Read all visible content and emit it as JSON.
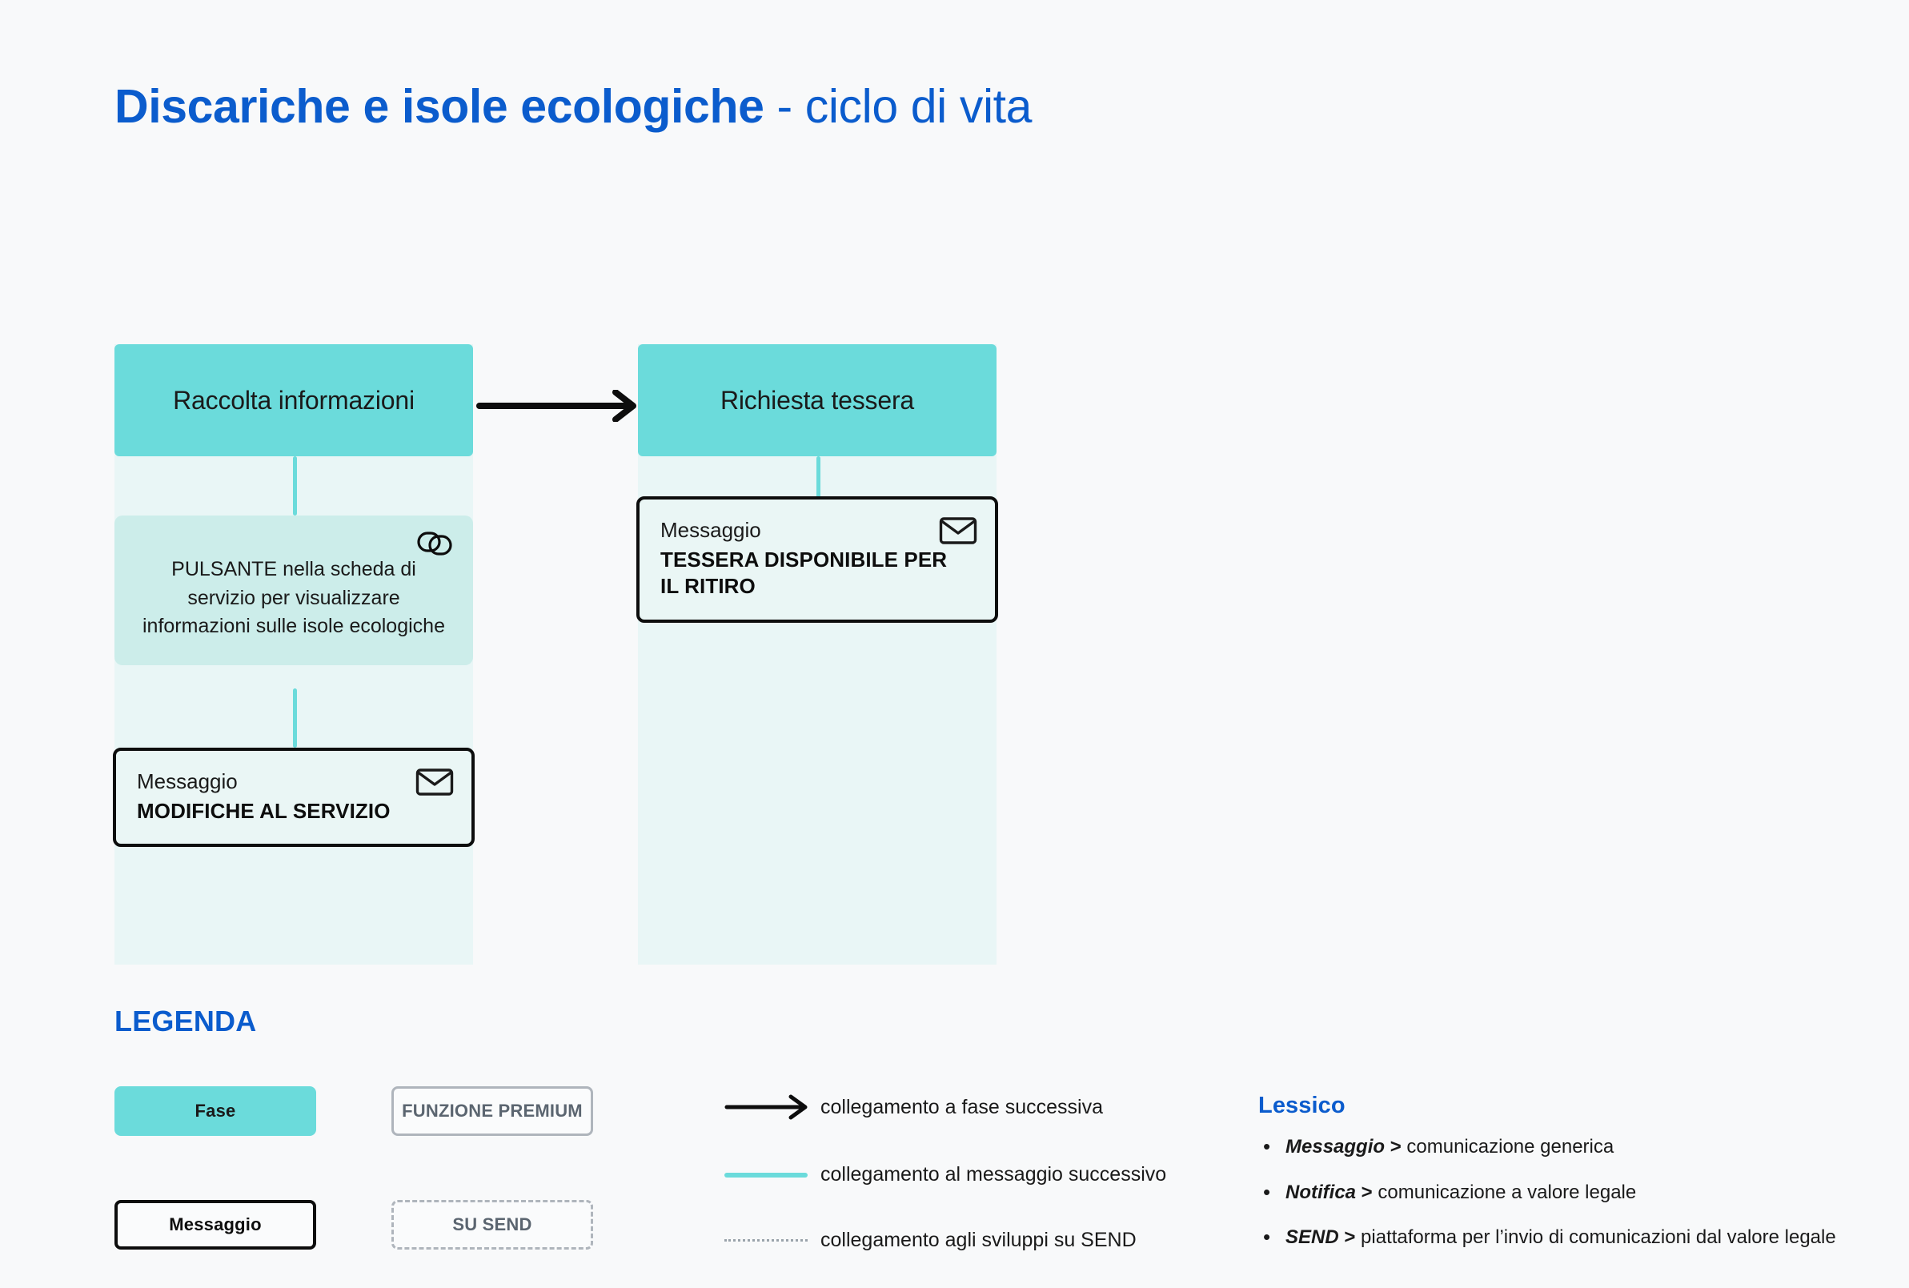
{
  "title": {
    "strong": "Discariche e isole ecologiche",
    "light": " - ciclo di vita"
  },
  "diagram": {
    "columns": [
      {
        "phase": "Raccolta informazioni",
        "feature": {
          "text": "PULSANTE nella scheda di servizio per visualizzare informazioni sulle isole ecologiche",
          "icon": "premium-links-icon"
        },
        "message": {
          "kind": "Messaggio",
          "title": "MODIFICHE AL SERVIZIO",
          "icon": "envelope-icon"
        }
      },
      {
        "phase": "Richiesta tessera",
        "message": {
          "kind": "Messaggio",
          "title": "TESSERA DISPONIBILE PER IL RITIRO",
          "icon": "envelope-icon"
        }
      }
    ],
    "arrow_icon": "arrow-right-icon"
  },
  "legend": {
    "heading": "LEGENDA",
    "swatches": [
      {
        "label": "Fase",
        "style": "filled-teal"
      },
      {
        "label": "FUNZIONE PREMIUM",
        "style": "outline-gray"
      },
      {
        "label": "Messaggio",
        "style": "outline-black"
      },
      {
        "label": "SU SEND",
        "style": "dashed-gray"
      }
    ],
    "lines": [
      {
        "label": "collegamento a fase successiva",
        "art": "black-arrow"
      },
      {
        "label": "collegamento al messaggio successivo",
        "art": "teal-rule"
      },
      {
        "label": "collegamento agli sviluppi su SEND",
        "art": "dotted-rule"
      }
    ]
  },
  "lessico": {
    "heading": "Lessico",
    "items": [
      {
        "term": "Messaggio",
        "sep": " > ",
        "definition": "comunicazione generica"
      },
      {
        "term": "Notifica",
        "sep": " > ",
        "definition": "comunicazione a valore legale"
      },
      {
        "term": "SEND",
        "sep": " > ",
        "definition": "piattaforma per  l’invio di comunicazioni dal valore legale"
      }
    ]
  },
  "colors": {
    "brand_blue": "#0B5CCD",
    "phase_teal": "#6BDBDB",
    "track_mint": "#E9F6F6",
    "feature_mint": "#CCEDEA",
    "message_bg": "#EAF6F5",
    "outline_black": "#0D0D0D",
    "gray_border": "#AFB5BC",
    "page_bg": "#F8F9FA"
  }
}
